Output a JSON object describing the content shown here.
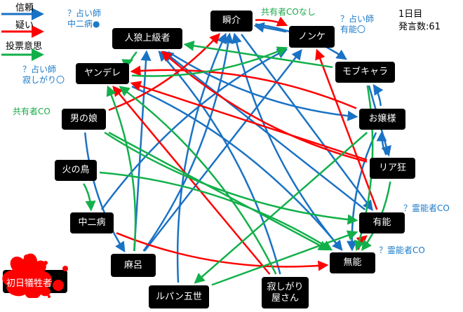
{
  "legend": {
    "trust": "信頼",
    "doubt": "疑い",
    "vote": "投票意思"
  },
  "colors": {
    "trust": "#1a72c4",
    "doubt": "#ff0000",
    "vote": "#12b04a"
  },
  "info": {
    "day": "1日目",
    "posts": "発言数:61"
  },
  "annotations": {
    "seer_chuni": "？占い師\n中二病●",
    "seer_sabishi": "？占い師\n寂しがり〇",
    "seer_yuno": "？占い師\n有能〇",
    "coop_none": "共有者COなし",
    "coop": "共有者CO",
    "medium1": "？霊能者CO",
    "medium2": "？霊能者CO"
  },
  "victim": "初日犠牲者",
  "nodes": {
    "jinro": "人狼上級者",
    "shunsuke": "瞬介",
    "nonke": "ノンケ",
    "yandere": "ヤンデレ",
    "mob": "モブキャラ",
    "otoko": "男の娘",
    "ojou": "お嬢様",
    "hinotori": "火の鳥",
    "riakyo": "リア狂",
    "chuni": "中二病",
    "yuno": "有能",
    "maro": "麻呂",
    "muno": "無能",
    "lupin": "ルパン五世",
    "sabishi": "寂しがり\n屋さん"
  },
  "edges": [
    {
      "from": "shunsuke",
      "to": "mob",
      "type": "trust"
    },
    {
      "from": "nonke",
      "to": "shunsuke",
      "type": "trust"
    },
    {
      "from": "maro",
      "to": "shunsuke",
      "type": "trust"
    },
    {
      "from": "lupin",
      "to": "shunsuke",
      "type": "trust"
    },
    {
      "from": "maro",
      "to": "jinro",
      "type": "trust"
    },
    {
      "from": "otoko",
      "to": "maro",
      "type": "trust"
    },
    {
      "from": "muno",
      "to": "shunsuke",
      "type": "trust"
    },
    {
      "from": "yuno",
      "to": "jinro",
      "type": "trust"
    },
    {
      "from": "ojou",
      "to": "mob",
      "type": "trust"
    },
    {
      "from": "riakyo",
      "to": "ojou",
      "type": "trust"
    },
    {
      "from": "mob",
      "to": "riakyo",
      "type": "trust"
    },
    {
      "from": "jinro",
      "to": "ojou",
      "type": "trust"
    },
    {
      "from": "chuni",
      "to": "nonke",
      "type": "trust"
    },
    {
      "from": "shunsuke",
      "to": "yuno",
      "type": "trust"
    },
    {
      "from": "sabishi",
      "to": "jinro",
      "type": "trust"
    },
    {
      "from": "yandere",
      "to": "muno",
      "type": "trust"
    },
    {
      "from": "maro",
      "to": "nonke",
      "type": "trust"
    },
    {
      "from": "ojou",
      "to": "muno",
      "type": "trust"
    },
    {
      "from": "shunsuke",
      "to": "nonke",
      "type": "doubt"
    },
    {
      "from": "yuno",
      "to": "nonke",
      "type": "doubt"
    },
    {
      "from": "otoko",
      "to": "shunsuke",
      "type": "doubt"
    },
    {
      "from": "riakyo",
      "to": "jinro",
      "type": "doubt"
    },
    {
      "from": "riakyo",
      "to": "yandere",
      "type": "doubt"
    },
    {
      "from": "chuni",
      "to": "muno",
      "type": "doubt"
    },
    {
      "from": "muno",
      "to": "yuno",
      "type": "doubt"
    },
    {
      "from": "sabishi",
      "to": "yandere",
      "type": "doubt"
    },
    {
      "from": "ojou",
      "to": "yandere",
      "type": "doubt"
    },
    {
      "from": "jinro",
      "to": "yandere",
      "type": "vote"
    },
    {
      "from": "mob",
      "to": "jinro",
      "type": "vote"
    },
    {
      "from": "yandere",
      "to": "nonke",
      "type": "vote"
    },
    {
      "from": "hinotori",
      "to": "chuni",
      "type": "vote"
    },
    {
      "from": "otoko",
      "to": "muno",
      "type": "vote"
    },
    {
      "from": "otoko",
      "to": "yuno",
      "type": "vote"
    },
    {
      "from": "mob",
      "to": "muno",
      "type": "vote"
    },
    {
      "from": "ojou",
      "to": "lupin",
      "type": "vote"
    },
    {
      "from": "sabishi",
      "to": "yandere",
      "type": "vote"
    },
    {
      "from": "hinotori",
      "to": "muno",
      "type": "vote"
    },
    {
      "from": "lupin",
      "to": "yuno",
      "type": "vote"
    },
    {
      "from": "maro",
      "to": "yandere",
      "type": "vote"
    },
    {
      "from": "riakyo",
      "to": "muno",
      "type": "vote"
    }
  ]
}
